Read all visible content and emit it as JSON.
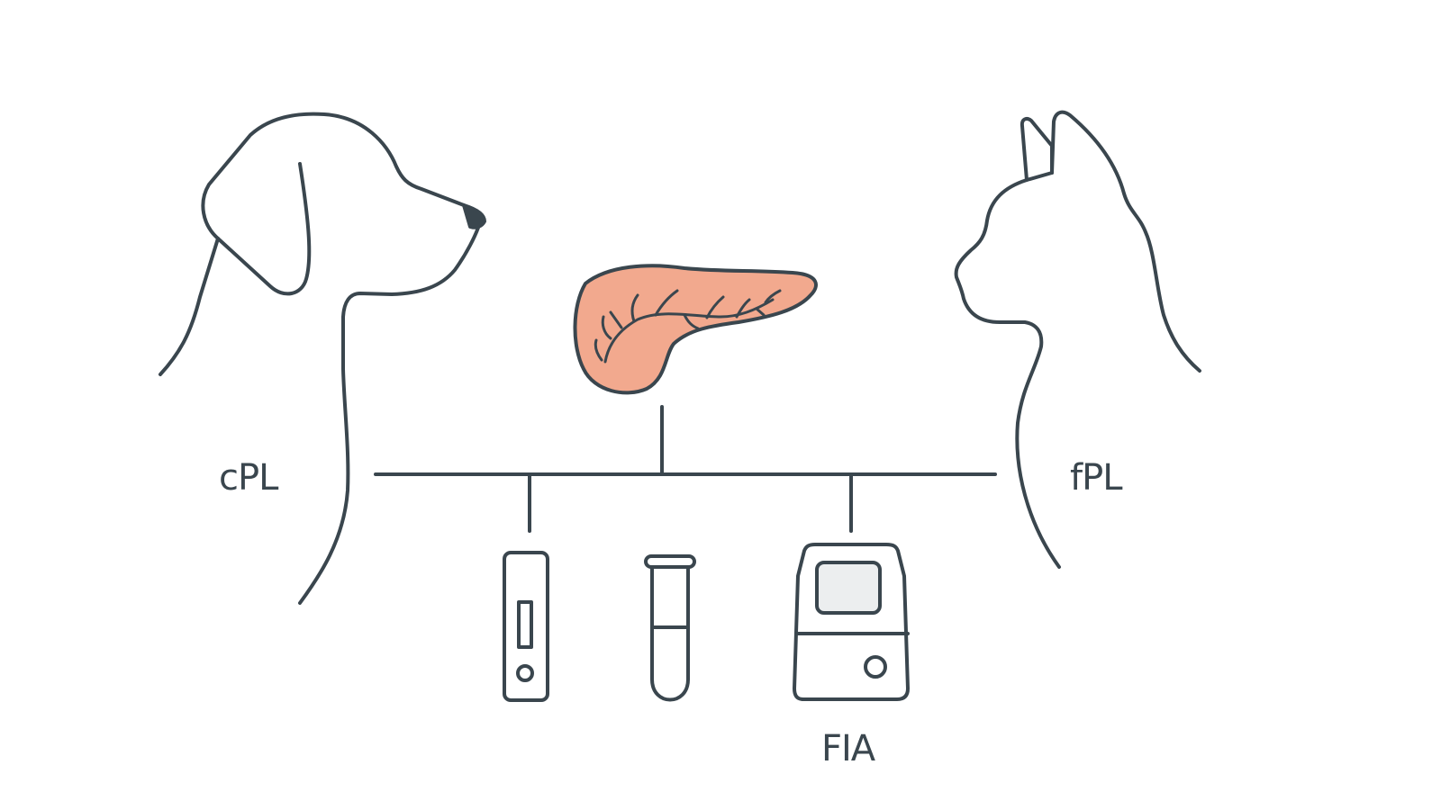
{
  "diagram": {
    "labels": {
      "dog": "cPL",
      "cat": "fPL",
      "analyzer": "FIA"
    },
    "colors": {
      "stroke": "#3a464e",
      "organ_fill": "#f2a98e",
      "screen_fill": "#eceeef",
      "background": "#ffffff"
    },
    "nodes": [
      {
        "id": "dog",
        "icon": "dog-head-outline"
      },
      {
        "id": "pancreas",
        "icon": "pancreas"
      },
      {
        "id": "cat",
        "icon": "cat-head-outline"
      },
      {
        "id": "test-cassette",
        "icon": "snap-test-cassette"
      },
      {
        "id": "test-tube",
        "icon": "blood-tube"
      },
      {
        "id": "analyzer",
        "icon": "fia-analyzer"
      }
    ]
  }
}
